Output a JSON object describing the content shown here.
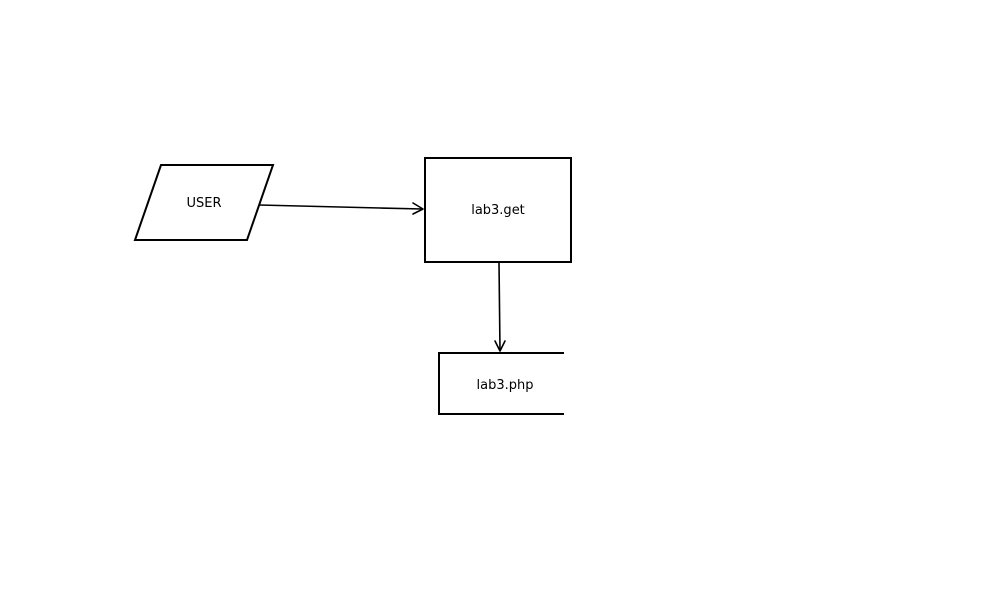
{
  "nodes": {
    "user": {
      "label": "USER",
      "shape": "parallelogram"
    },
    "get": {
      "label": "lab3.get",
      "shape": "rectangle"
    },
    "php": {
      "label": "lab3.php",
      "shape": "open-rectangle"
    }
  },
  "edges": [
    {
      "from": "user",
      "to": "get"
    },
    {
      "from": "get",
      "to": "php"
    }
  ],
  "colors": {
    "background": "#ffffff",
    "stroke": "#000000",
    "text": "#000000"
  }
}
